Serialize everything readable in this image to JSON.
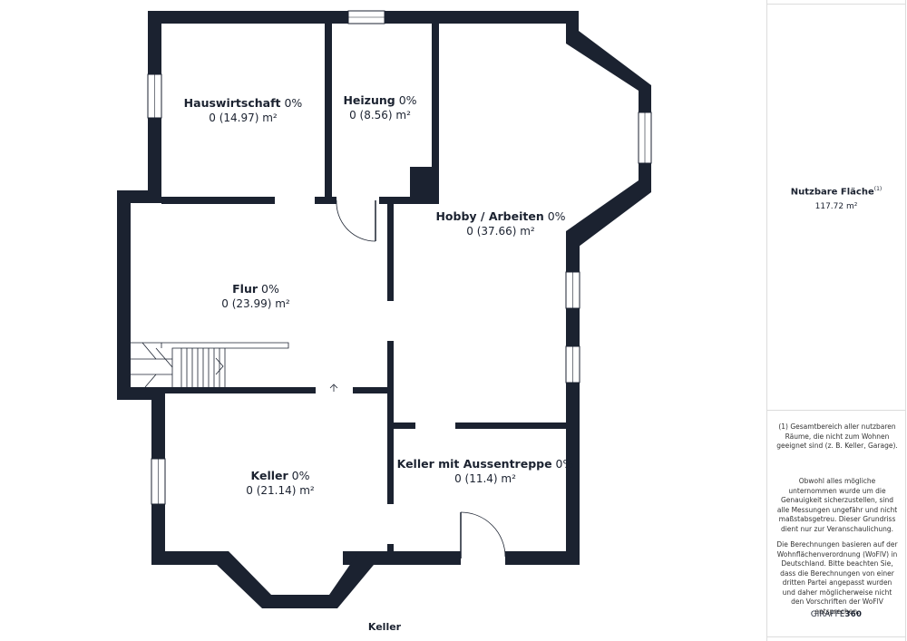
{
  "floor_name": "Keller",
  "rooms": [
    {
      "name": "Hauswirtschaft",
      "percent": "0%",
      "area": "0 (14.97) m²"
    },
    {
      "name": "Heizung",
      "percent": "0%",
      "area": "0 (8.56) m²"
    },
    {
      "name": "Hobby / Arbeiten",
      "percent": "0%",
      "area": "0 (37.66) m²"
    },
    {
      "name": "Flur",
      "percent": "0%",
      "area": "0 (23.99) m²"
    },
    {
      "name": "Keller",
      "percent": "0%",
      "area": "0 (21.14) m²"
    },
    {
      "name": "Keller mit Aussentreppe",
      "percent": "0%",
      "area": "0 (11.4) m²"
    }
  ],
  "side_panel": {
    "area_title": "Nutzbare Fläche",
    "area_footnote_marker": "(1)",
    "area_value": "117.72 m²",
    "footnote": "(1) Gesamtbereich aller nutzbaren Räume, die nicht zum Wohnen geeignet sind (z. B. Keller, Garage).",
    "disclaimer_1": "Obwohl alles mögliche unternommen wurde um die Genauigkeit sicherzustellen, sind alle Messungen ungefähr und nicht maßstabsgetreu. Dieser Grundriss dient nur zur Veranschaulichung.",
    "disclaimer_2": "Die Berechnungen basieren auf der Wohnflächenverordnung (WoFlV) in Deutschland. Bitte beachten Sie, dass die Berechnungen von einer dritten Partei angepasst wurden und daher möglicherweise nicht den Vorschriften der WoFlV entsprechen.",
    "brand_light": "GIRAFFE",
    "brand_bold": "360"
  },
  "colors": {
    "wall": "#1b2230",
    "background": "#ffffff"
  }
}
